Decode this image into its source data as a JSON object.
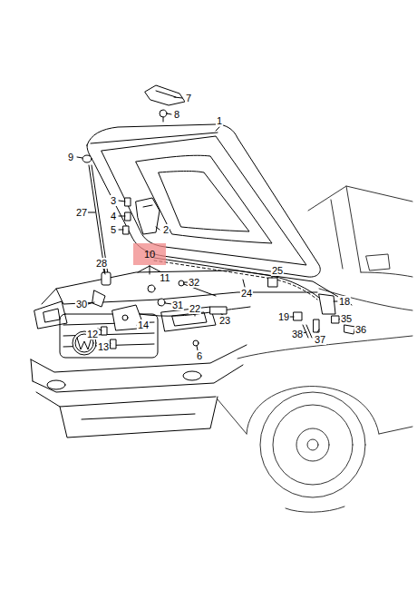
{
  "diagram": {
    "labels": [
      "7",
      "8",
      "1",
      "9",
      "3",
      "27",
      "4",
      "2",
      "5",
      "10",
      "11",
      "28",
      "25",
      "32",
      "24",
      "18",
      "30",
      "31",
      "22",
      "23",
      "19",
      "35",
      "14",
      "12",
      "38",
      "36",
      "37",
      "13",
      "6"
    ]
  }
}
